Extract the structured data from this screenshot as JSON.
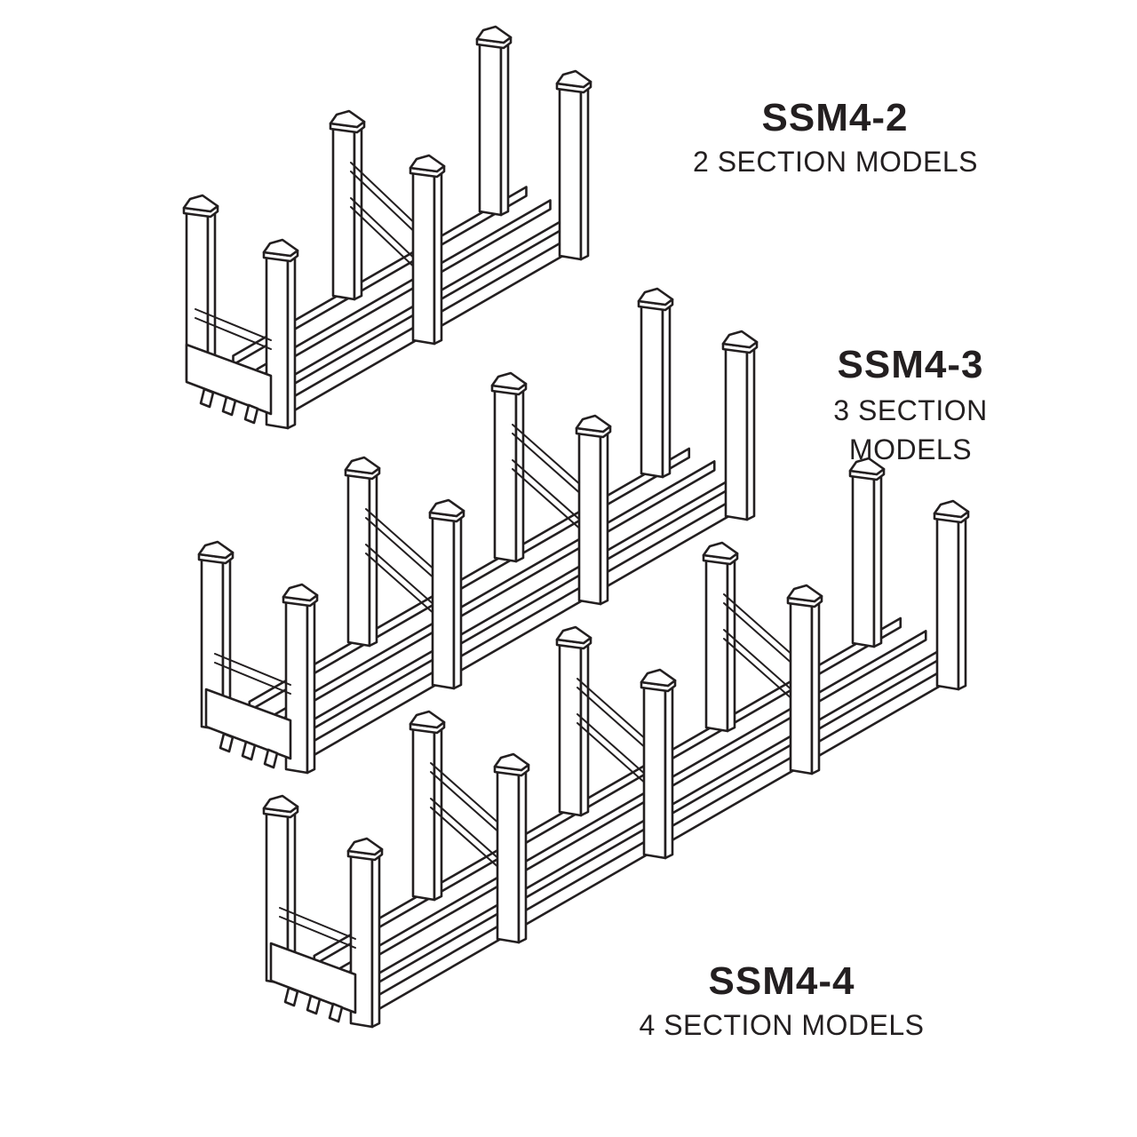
{
  "models": [
    {
      "code": "SSM4-2",
      "description": "2 SECTION MODELS"
    },
    {
      "code": "SSM4-3",
      "description_lines": [
        "3 SECTION",
        "MODELS"
      ]
    },
    {
      "code": "SSM4-4",
      "description": "4 SECTION MODELS"
    }
  ],
  "colors": {
    "ink": "#231f20",
    "background": "#ffffff"
  }
}
